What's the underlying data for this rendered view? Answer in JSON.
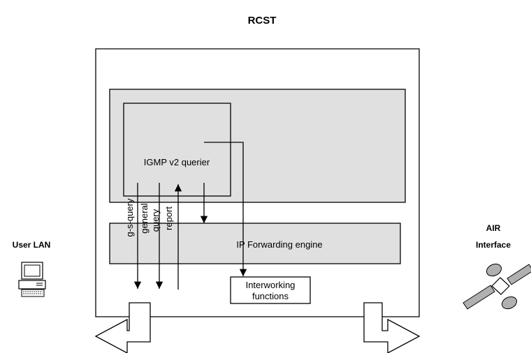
{
  "title": "RCST",
  "left_label": "User LAN",
  "right_label": {
    "line1": "AIR",
    "line2": "Interface"
  },
  "querier": {
    "label": "IGMP v2 querier"
  },
  "forwarding": {
    "label": "IP Forwarding engine"
  },
  "interworking": {
    "line1": "Interworking",
    "line2": "functions"
  },
  "signals": {
    "gs_query": "g-s-query",
    "general_query_1": "general",
    "general_query_2": "query",
    "report": "report"
  },
  "colors": {
    "panel_fill": "#e0e0e0",
    "stroke": "#000000",
    "satellite_fill": "#b0b0b0"
  },
  "icons": {
    "computer": "desktop-computer-icon",
    "satellite": "satellite-icon"
  }
}
